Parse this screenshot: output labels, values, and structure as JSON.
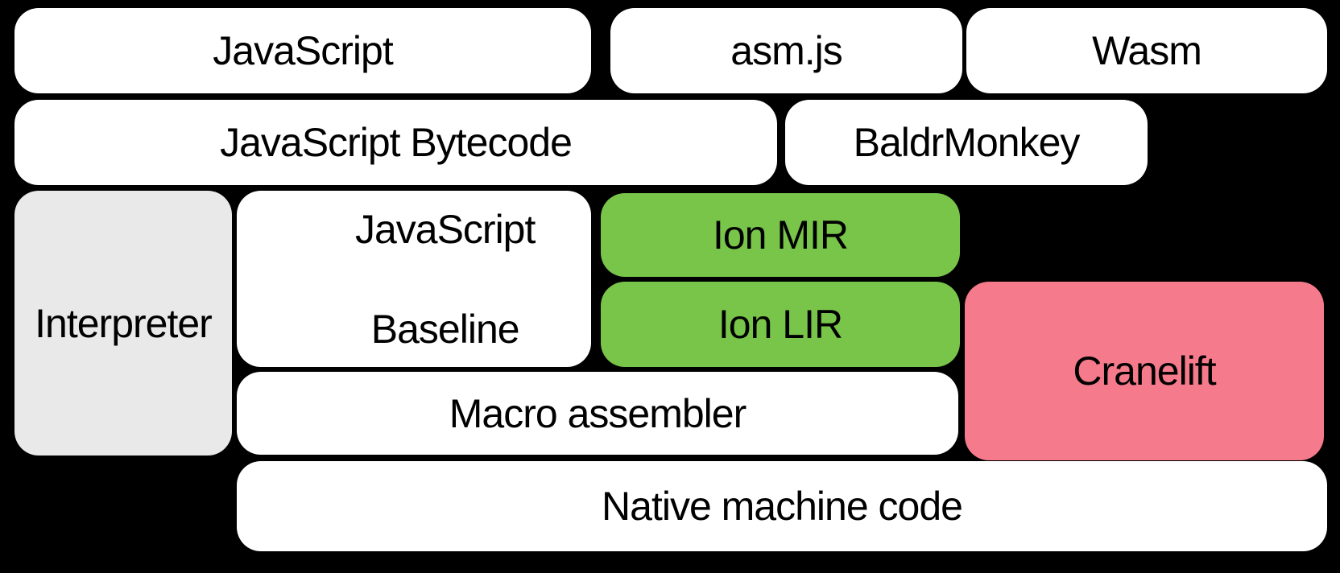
{
  "diagram": {
    "colors": {
      "background": "#000000",
      "text": "#000000",
      "white_box": "#FFFFFF",
      "gray_box": "#E9E9E9",
      "green_box": "#78C549",
      "pink_box": "#F57A8B"
    },
    "nodes": {
      "javascript": {
        "label": "JavaScript",
        "bg": "#FFFFFF"
      },
      "asmjs": {
        "label": "asm.js",
        "bg": "#FFFFFF"
      },
      "wasm": {
        "label": "Wasm",
        "bg": "#FFFFFF"
      },
      "javascript_bytecode": {
        "label": "JavaScript Bytecode",
        "bg": "#FFFFFF"
      },
      "baldrmonkey": {
        "label": "BaldrMonkey",
        "bg": "#FFFFFF"
      },
      "interpreter": {
        "label": "Interpreter",
        "bg": "#E9E9E9"
      },
      "javascript_baseline": {
        "line1": "JavaScript",
        "line2": "Baseline",
        "bg": "#FFFFFF"
      },
      "ion_mir": {
        "label": "Ion MIR",
        "bg": "#78C549"
      },
      "ion_lir": {
        "label": "Ion LIR",
        "bg": "#78C549"
      },
      "cranelift": {
        "label": "Cranelift",
        "bg": "#F57A8B"
      },
      "macro_assembler": {
        "label": "Macro assembler",
        "bg": "#FFFFFF"
      },
      "native_machine_code": {
        "label": "Native machine code",
        "bg": "#FFFFFF"
      }
    }
  }
}
